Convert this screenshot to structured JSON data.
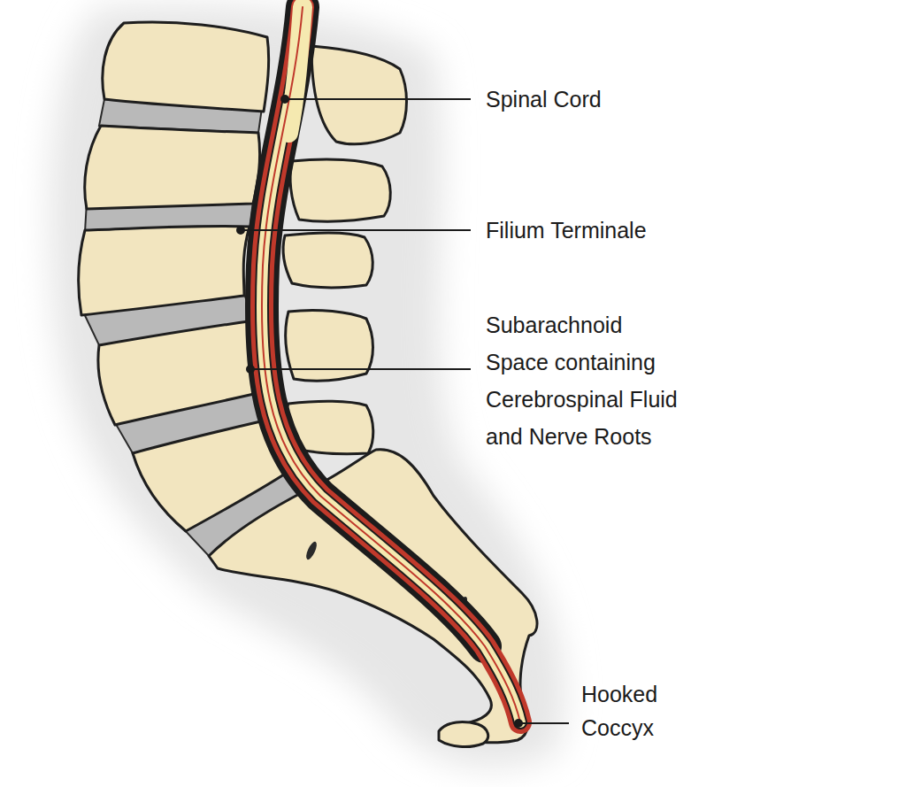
{
  "diagram": {
    "labels": [
      "Spinal Cord",
      "Filium Terminale",
      "Subarachnoid Space containing Cerebrospinal Fluid and Nerve Roots",
      "Hooked Coccyx"
    ]
  }
}
